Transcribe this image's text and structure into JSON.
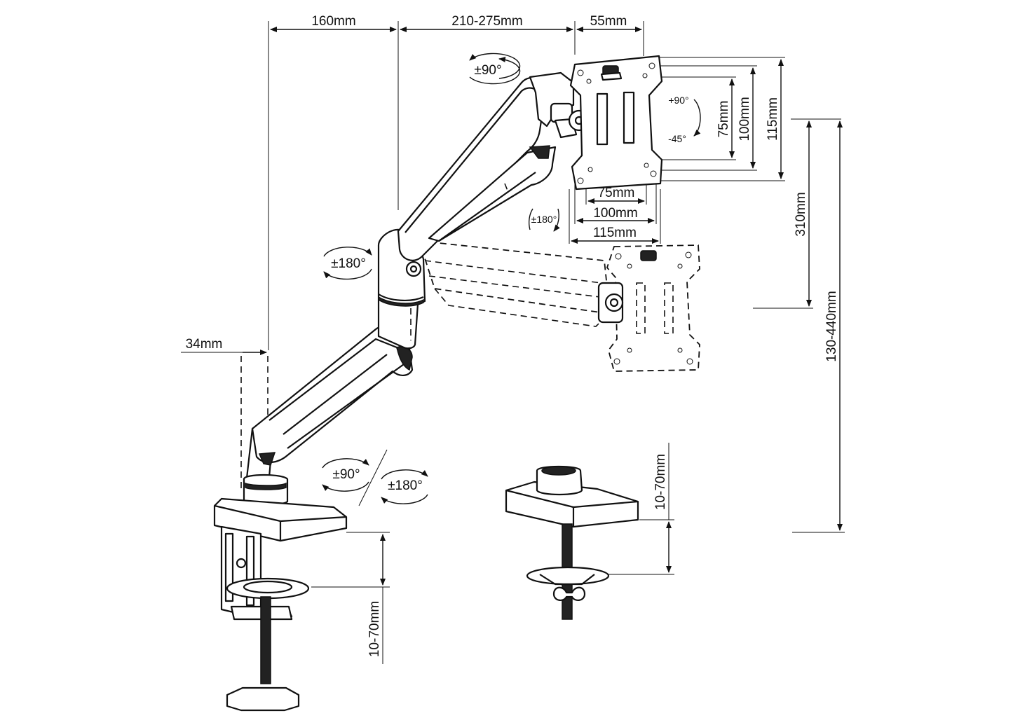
{
  "dimensions": {
    "arm_reach_1": "160mm",
    "arm_reach_2": "210-275mm",
    "vesa_offset": "55mm",
    "pole_offset": "34mm",
    "vesa_v75": "75mm",
    "vesa_v100": "100mm",
    "vesa_v115": "115mm",
    "vesa_h75": "75mm",
    "vesa_h100": "100mm",
    "vesa_h115": "115mm",
    "height_travel": "310mm",
    "total_height": "130-440mm",
    "clamp_thickness": "10-70mm",
    "grommet_thickness": "10-70mm"
  },
  "rotations": {
    "head_swivel": "±90°",
    "head_tilt_up": "+90°",
    "head_tilt_down": "-45°",
    "head_rotation": "±180°",
    "elbow_rotation": "±180°",
    "base_swivel": "±90°",
    "base_rotation": "±180°"
  }
}
